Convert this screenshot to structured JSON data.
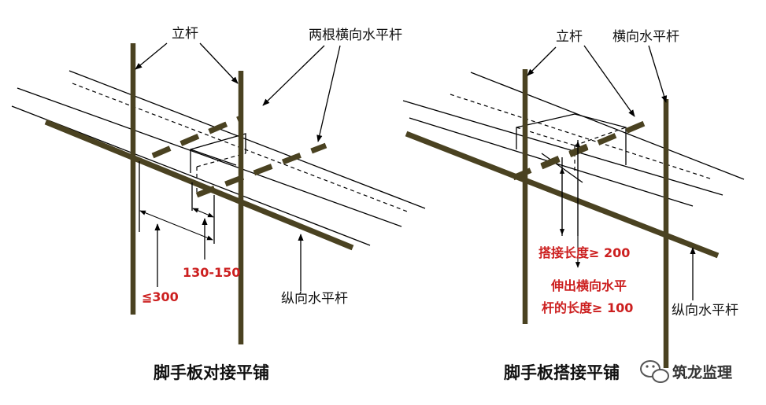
{
  "left_panel": {
    "title": "脚手板对接平铺",
    "labels": {
      "vertical_pole": "立杆",
      "two_transverse_bars": "两根横向水平杆",
      "longitudinal_bar": "纵向水平杆",
      "dim_130_150": "130-150",
      "dim_le_300": "≦300"
    }
  },
  "right_panel": {
    "title": "脚手板搭接平铺",
    "labels": {
      "vertical_pole": "立杆",
      "transverse_bar": "横向水平杆",
      "longitudinal_bar": "纵向水平杆",
      "overlap_length": "搭接长度≥ 200",
      "extension_line1": "伸出横向水平",
      "extension_line2": "杆的长度≥ 100"
    }
  },
  "watermark": {
    "text": "筑龙监理",
    "icon": "wechat-icon"
  },
  "colors": {
    "bar": "#4a4221",
    "highlight": "#cc1f1f",
    "line": "#000000"
  }
}
